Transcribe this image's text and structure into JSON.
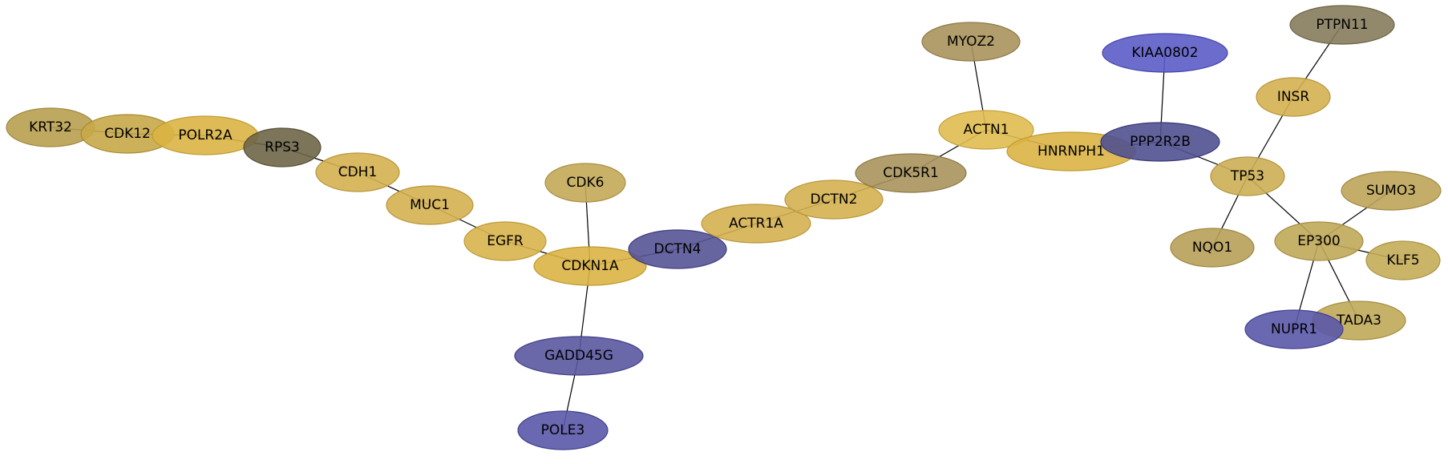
{
  "graph": {
    "nodes": [
      {
        "id": "KRT32",
        "label": "KRT32",
        "fill": "#b8a050",
        "stroke": "#a08840"
      },
      {
        "id": "CDK12",
        "label": "CDK12",
        "fill": "#c6a848",
        "stroke": "#a88c30"
      },
      {
        "id": "POLR2A",
        "label": "POLR2A",
        "fill": "#dab444",
        "stroke": "#c09a30"
      },
      {
        "id": "RPS3",
        "label": "RPS3",
        "fill": "#6e6648",
        "stroke": "#554e34"
      },
      {
        "id": "CDH1",
        "label": "CDH1",
        "fill": "#d4b050",
        "stroke": "#b8963c"
      },
      {
        "id": "MUC1",
        "label": "MUC1",
        "fill": "#d4b050",
        "stroke": "#b8963c"
      },
      {
        "id": "EGFR",
        "label": "EGFR",
        "fill": "#d8b44c",
        "stroke": "#bc9a38"
      },
      {
        "id": "CDK6",
        "label": "CDK6",
        "fill": "#c4a858",
        "stroke": "#a89044"
      },
      {
        "id": "CDKN1A",
        "label": "CDKN1A",
        "fill": "#dab444",
        "stroke": "#c09a30"
      },
      {
        "id": "DCTN4",
        "label": "DCTN4",
        "fill": "#565496",
        "stroke": "#3e3c7c"
      },
      {
        "id": "GADD45G",
        "label": "GADD45G",
        "fill": "#5a58a0",
        "stroke": "#403e86"
      },
      {
        "id": "POLE3",
        "label": "POLE3",
        "fill": "#5a58a8",
        "stroke": "#40408c"
      },
      {
        "id": "ACTR1A",
        "label": "ACTR1A",
        "fill": "#d4b050",
        "stroke": "#b8963c"
      },
      {
        "id": "DCTN2",
        "label": "DCTN2",
        "fill": "#d4b050",
        "stroke": "#b8963c"
      },
      {
        "id": "CDK5R1",
        "label": "CDK5R1",
        "fill": "#a8945c",
        "stroke": "#8c7a46"
      },
      {
        "id": "ACTN1",
        "label": "ACTN1",
        "fill": "#e0bc50",
        "stroke": "#c4a23c"
      },
      {
        "id": "MYOZ2",
        "label": "MYOZ2",
        "fill": "#a8945c",
        "stroke": "#8c7a46"
      },
      {
        "id": "HNRNPH1",
        "label": "HNRNPH1",
        "fill": "#dab444",
        "stroke": "#c09a30"
      },
      {
        "id": "PPP2R2B",
        "label": "PPP2R2B",
        "fill": "#505090",
        "stroke": "#383876"
      },
      {
        "id": "KIAA0802",
        "label": "KIAA0802",
        "fill": "#5c5cc8",
        "stroke": "#4444ac"
      },
      {
        "id": "PTPN11",
        "label": "PTPN11",
        "fill": "#867c5c",
        "stroke": "#6c6446"
      },
      {
        "id": "INSR",
        "label": "INSR",
        "fill": "#d4b050",
        "stroke": "#b8963c"
      },
      {
        "id": "TP53",
        "label": "TP53",
        "fill": "#ccae54",
        "stroke": "#b09440"
      },
      {
        "id": "NQO1",
        "label": "NQO1",
        "fill": "#b8a058",
        "stroke": "#9c8844"
      },
      {
        "id": "SUMO3",
        "label": "SUMO3",
        "fill": "#bca458",
        "stroke": "#a08c44"
      },
      {
        "id": "EP300",
        "label": "EP300",
        "fill": "#c0a858",
        "stroke": "#a48e44"
      },
      {
        "id": "KLF5",
        "label": "KLF5",
        "fill": "#c4ac58",
        "stroke": "#a89244"
      },
      {
        "id": "TADA3",
        "label": "TADA3",
        "fill": "#c0a858",
        "stroke": "#a48e44"
      },
      {
        "id": "NUPR1",
        "label": "NUPR1",
        "fill": "#5a58a8",
        "stroke": "#40408c"
      }
    ],
    "edges": [
      [
        "KRT32",
        "CDK12"
      ],
      [
        "CDK12",
        "POLR2A"
      ],
      [
        "POLR2A",
        "RPS3"
      ],
      [
        "RPS3",
        "CDH1"
      ],
      [
        "CDH1",
        "MUC1"
      ],
      [
        "MUC1",
        "EGFR"
      ],
      [
        "EGFR",
        "CDKN1A"
      ],
      [
        "CDK6",
        "CDKN1A"
      ],
      [
        "CDKN1A",
        "GADD45G"
      ],
      [
        "GADD45G",
        "POLE3"
      ],
      [
        "CDKN1A",
        "DCTN4"
      ],
      [
        "DCTN4",
        "ACTR1A"
      ],
      [
        "ACTR1A",
        "DCTN2"
      ],
      [
        "DCTN2",
        "CDK5R1"
      ],
      [
        "CDK5R1",
        "ACTN1"
      ],
      [
        "MYOZ2",
        "ACTN1"
      ],
      [
        "ACTN1",
        "HNRNPH1"
      ],
      [
        "HNRNPH1",
        "PPP2R2B"
      ],
      [
        "KIAA0802",
        "PPP2R2B"
      ],
      [
        "PPP2R2B",
        "TP53"
      ],
      [
        "PTPN11",
        "INSR"
      ],
      [
        "INSR",
        "TP53"
      ],
      [
        "TP53",
        "NQO1"
      ],
      [
        "TP53",
        "EP300"
      ],
      [
        "SUMO3",
        "EP300"
      ],
      [
        "EP300",
        "KLF5"
      ],
      [
        "EP300",
        "TADA3"
      ],
      [
        "EP300",
        "NUPR1"
      ]
    ]
  }
}
